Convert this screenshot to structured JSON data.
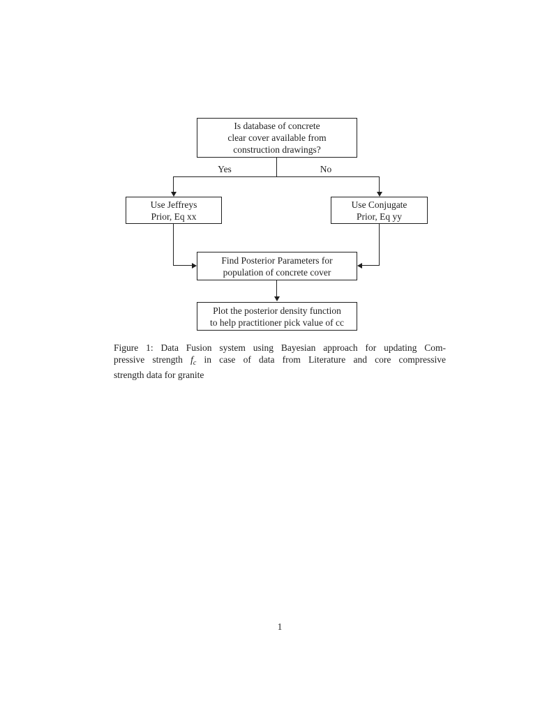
{
  "colors": {
    "ink": "#1f1f1f",
    "background": "#ffffff"
  },
  "page": {
    "number": "1"
  },
  "figure": {
    "flowchart": {
      "question": {
        "lines": [
          "Is database of concrete",
          "clear cover available from",
          "construction drawings?"
        ]
      },
      "yes_label": "Yes",
      "no_label": "No",
      "jeffreys": {
        "lines": [
          "Use Jeffreys",
          "Prior, Eq xx"
        ]
      },
      "conjugate": {
        "lines": [
          "Use Conjugate",
          "Prior, Eq yy"
        ]
      },
      "posterior": {
        "lines": [
          "Find Posterior Parameters for",
          "population of concrete cover"
        ]
      },
      "plot": {
        "lines": [
          "Plot the posterior density function",
          "to help practitioner pick value of cc"
        ]
      }
    },
    "caption": {
      "line1": "Figure 1: Data Fusion system using Bayesian approach for updating Com-",
      "line2_pre": "pressive strength ",
      "math_symbol": "f",
      "math_subscript": "c",
      "line2_post": " in case of data from Literature and core compressive",
      "line3": "strength data for granite"
    }
  }
}
